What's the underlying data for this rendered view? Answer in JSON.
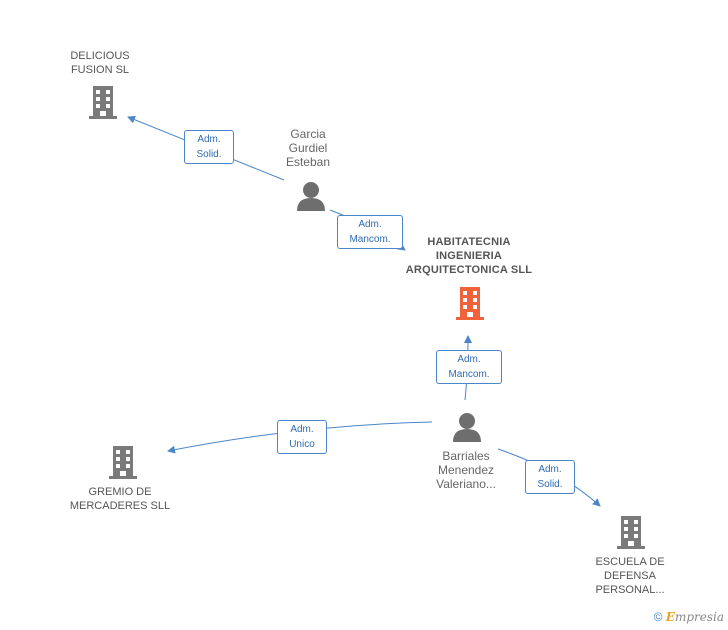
{
  "nodes": {
    "delicious": {
      "label": "DELICIOUS\nFUSION SL",
      "type": "company"
    },
    "garcia": {
      "label": "Garcia\nGurdiel\nEsteban",
      "type": "person"
    },
    "habitatecnia": {
      "label": "HABITATECNIA\nINGENIERIA\nARQUITECTONICA SLL",
      "type": "company-main"
    },
    "barriales": {
      "label": "Barriales\nMenendez\nValeriano...",
      "type": "person"
    },
    "gremio": {
      "label": "GREMIO DE\nMERCADERES SLL",
      "type": "company"
    },
    "escuela": {
      "label": "ESCUELA DE\nDEFENSA\nPERSONAL...",
      "type": "company"
    }
  },
  "edges": [
    {
      "from": "garcia",
      "to": "delicious",
      "label": "Adm.\nSolid."
    },
    {
      "from": "garcia",
      "to": "habitatecnia",
      "label": "Adm.\nMancom."
    },
    {
      "from": "barriales",
      "to": "habitatecnia",
      "label": "Adm.\nMancom."
    },
    {
      "from": "barriales",
      "to": "gremio",
      "label": "Adm.\nUnico"
    },
    {
      "from": "barriales",
      "to": "escuela",
      "label": "Adm.\nSolid."
    }
  ],
  "colors": {
    "edge": "#4a86c8",
    "company_icon": "#7a7a7a",
    "main_company_icon": "#f0623a",
    "person_icon": "#6e6e6e"
  },
  "footer": {
    "copyright": "©",
    "brand_first": "E",
    "brand_rest": "mpresia"
  }
}
